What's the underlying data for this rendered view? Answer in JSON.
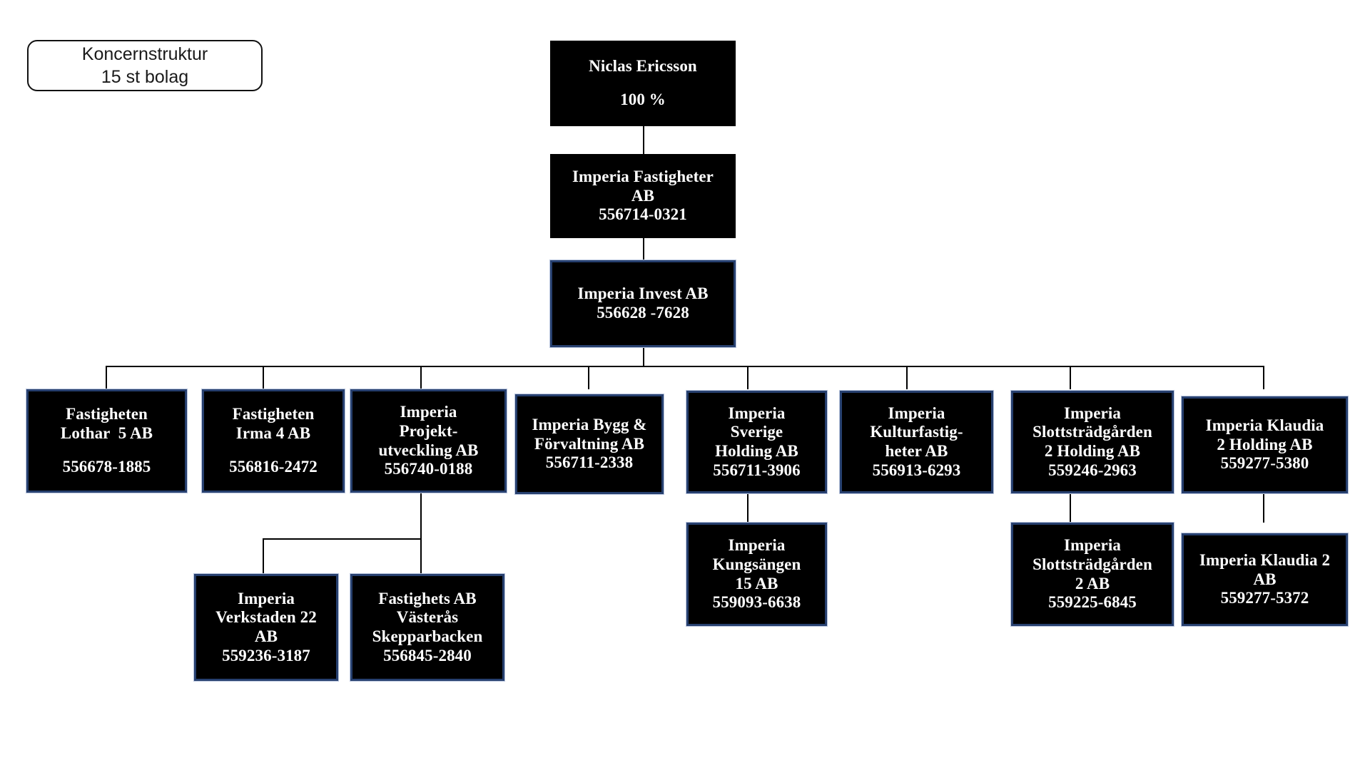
{
  "legend": {
    "line1": "Koncernstruktur",
    "line2": "15 st bolag"
  },
  "nodes": {
    "owner": {
      "title": "Niclas Ericsson",
      "value": "100 %"
    },
    "fastigheter": {
      "title": "Imperia Fastigheter\nAB",
      "orgnr": "556714-0321"
    },
    "invest": {
      "title": "Imperia Invest AB",
      "orgnr": "556628 -7628"
    },
    "lothar": {
      "title": "Fastigheten\nLothar  5 AB",
      "orgnr": "556678-1885"
    },
    "irma": {
      "title": "Fastigheten\nIrma 4 AB",
      "orgnr": "556816-2472"
    },
    "projekt": {
      "title": "Imperia\nProjekt-\nutveckling AB",
      "orgnr": "556740-0188"
    },
    "bygg": {
      "title": "Imperia Bygg &\nFörvaltning AB",
      "orgnr": "556711-2338"
    },
    "sverige": {
      "title": "Imperia\nSverige\nHolding AB",
      "orgnr": "556711-3906"
    },
    "kultur": {
      "title": "Imperia\nKulturfastig-\nheter AB",
      "orgnr": "556913-6293"
    },
    "slott_holding": {
      "title": "Imperia\nSlottsträdgården\n2 Holding AB",
      "orgnr": "559246-2963"
    },
    "klaudia_holding": {
      "title": "Imperia Klaudia\n2 Holding AB",
      "orgnr": "559277-5380"
    },
    "verkstaden": {
      "title": "Imperia\nVerkstaden 22\nAB",
      "orgnr": "559236-3187"
    },
    "skepparbacken": {
      "title": "Fastighets AB\nVästerås\nSkepparbacken",
      "orgnr": "556845-2840"
    },
    "kungsangen": {
      "title": "Imperia\nKungsängen\n15 AB",
      "orgnr": "559093-6638"
    },
    "slott2": {
      "title": "Imperia\nSlottsträdgården\n2 AB",
      "orgnr": "559225-6845"
    },
    "klaudia2": {
      "title": "Imperia Klaudia 2\nAB",
      "orgnr": "559277-5372"
    }
  },
  "colors": {
    "node_fill": "#000000",
    "node_text": "#ffffff",
    "node_border": "#27406f",
    "line": "#000000",
    "legend_border": "#111111"
  }
}
